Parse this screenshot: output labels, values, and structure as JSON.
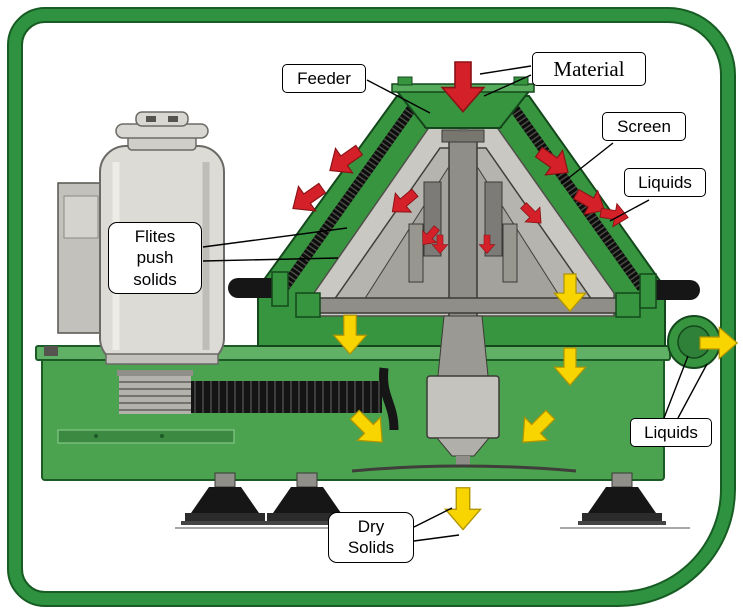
{
  "labels": {
    "feeder": "Feeder",
    "material": "Material",
    "screen": "Screen",
    "liquids_upper": "Liquids",
    "liquids_lower": "Liquids",
    "flites_lines": [
      "Flites",
      "push",
      "solids"
    ],
    "dry_solids_lines": [
      "Dry",
      "Solids"
    ]
  },
  "colors": {
    "frame_green": "#2f9240",
    "housing_green": "#38953f",
    "base_green": "#4ba34f",
    "arrow_red": "#d42028",
    "arrow_yellow": "#f8d400",
    "machinery_gray": "#c9c8c2",
    "label_background": "#ffffff",
    "label_border": "#000000"
  },
  "icons": {
    "red_arrows": "material-flow-arrow",
    "yellow_arrows": "liquids-solids-flow-arrow"
  }
}
